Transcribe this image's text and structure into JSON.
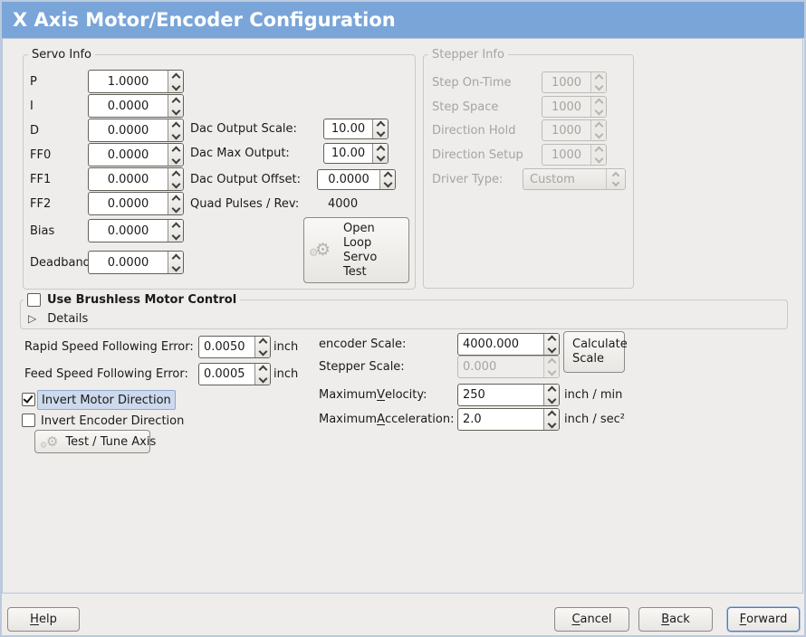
{
  "window": {
    "title": "X Axis Motor/Encoder Configuration"
  },
  "icons": {
    "gear": "⚙",
    "expander_collapsed": "▷"
  },
  "colors": {
    "titlebar_blue": "#7aa5d9",
    "selection_blue": "#cdd9ec",
    "focus_blue": "#4d7ab8"
  },
  "servo_info": {
    "title": "Servo Info",
    "fields": [
      {
        "label": "P",
        "value": "1.0000"
      },
      {
        "label": "I",
        "value": "0.0000"
      },
      {
        "label": "D",
        "value": "0.0000"
      },
      {
        "label": "FF0",
        "value": "0.0000"
      },
      {
        "label": "FF1",
        "value": "0.0000"
      },
      {
        "label": "FF2",
        "value": "0.0000"
      },
      {
        "label": "Bias",
        "value": "0.0000"
      },
      {
        "label": "Deadband",
        "value": "0.0000"
      }
    ],
    "dac_output_scale_label": "Dac Output Scale:",
    "dac_output_scale_value": "10.00",
    "dac_max_output_label": "Dac Max Output:",
    "dac_max_output_value": "10.00",
    "dac_output_offset_label": "Dac Output Offset:",
    "dac_output_offset_value": "0.0000",
    "quad_pulses_label": "Quad Pulses / Rev:",
    "quad_pulses_value": "4000",
    "open_loop_button_lines": [
      "Open",
      "Loop",
      "Servo",
      "Test"
    ]
  },
  "stepper_info": {
    "title": "Stepper Info",
    "fields": [
      {
        "label": "Step On-Time",
        "value": "1000"
      },
      {
        "label": "Step Space",
        "value": "1000"
      },
      {
        "label": "Direction Hold",
        "value": "1000"
      },
      {
        "label": "Direction Setup",
        "value": "1000"
      }
    ],
    "driver_type_label": "Driver Type:",
    "driver_type_value": "Custom"
  },
  "brushless": {
    "checkbox_label": "Use Brushless Motor Control",
    "details_label": "Details"
  },
  "following_error": {
    "rapid_label": "Rapid Speed Following Error:",
    "rapid_value": "0.0050",
    "rapid_unit": "inch",
    "feed_label": "Feed Speed Following Error:",
    "feed_value": "0.0005",
    "feed_unit": "inch"
  },
  "scales": {
    "encoder_label": "encoder Scale:",
    "encoder_value": "4000.000",
    "stepper_label": "Stepper Scale:",
    "stepper_value": "0.000",
    "calculate_button_lines": [
      "Calculate",
      "Scale"
    ]
  },
  "motion": {
    "velocity_label_pre": "Maximum ",
    "velocity_label_mn": "V",
    "velocity_label_post": "elocity:",
    "velocity_value": "250",
    "velocity_unit": "inch / min",
    "accel_label_pre": "Maximum ",
    "accel_label_mn": "A",
    "accel_label_post": "cceleration:",
    "accel_value": "2.0",
    "accel_unit": "inch / sec²"
  },
  "direction": {
    "invert_motor_label": "Invert Motor Direction",
    "invert_encoder_label": "Invert Encoder Direction",
    "test_tune_button_label": "Test / Tune Axis"
  },
  "footer": {
    "help_mn": "H",
    "help_rest": "elp",
    "cancel_mn": "C",
    "cancel_rest": "ancel",
    "back_mn": "B",
    "back_rest": "ack",
    "forward_mn": "F",
    "forward_rest": "orward"
  }
}
